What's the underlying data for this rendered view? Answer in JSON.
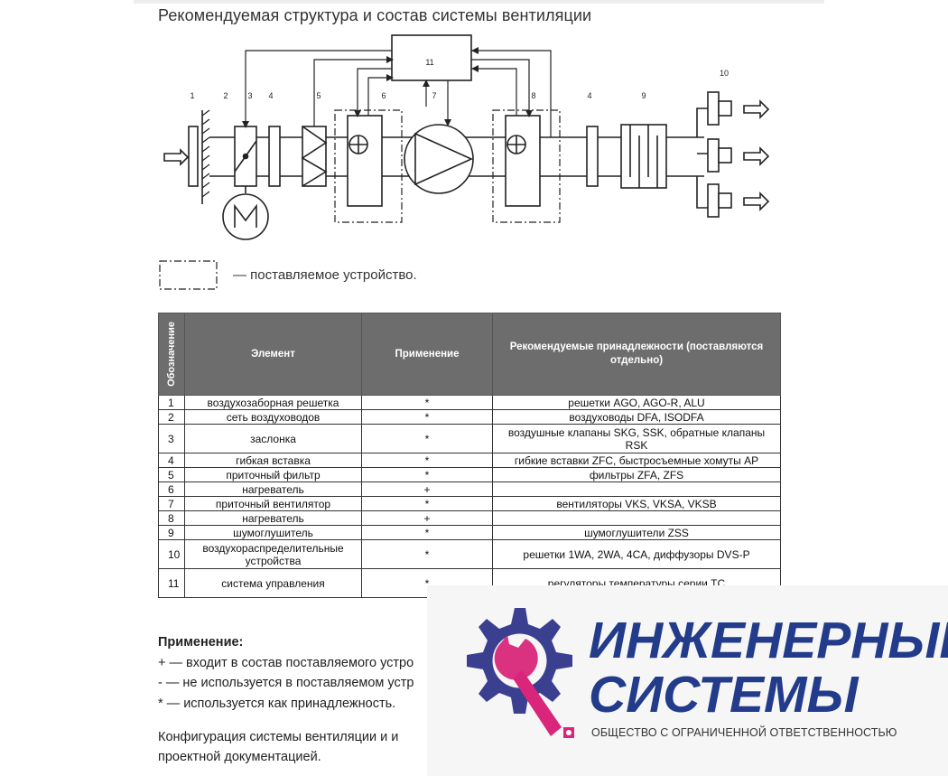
{
  "title": "Рекомендуемая структура и состав системы вентиляции",
  "diagram": {
    "labels": [
      "1",
      "2",
      "3",
      "4",
      "5",
      "6",
      "7",
      "8",
      "4",
      "9",
      "10",
      "11"
    ]
  },
  "legend_text": "— поставляемое устройство.",
  "table": {
    "headers": {
      "designation": "Обозначение",
      "element": "Элемент",
      "application": "Применение",
      "accessories": "Рекомендуемые принадлежности (поставляются отдельно)"
    },
    "rows": [
      {
        "num": "1",
        "element": "воздухозаборная решетка",
        "app": "*",
        "acc": "решетки AGO, AGO-R, ALU"
      },
      {
        "num": "2",
        "element": "сеть воздуховодов",
        "app": "*",
        "acc": "воздуховоды DFA, ISODFA"
      },
      {
        "num": "3",
        "element": "заслонка",
        "app": "*",
        "acc": "воздушные клапаны SKG, SSK, обратные клапаны RSK"
      },
      {
        "num": "4",
        "element": "гибкая вставка",
        "app": "*",
        "acc": "гибкие вставки ZFC, быстросъемные хомуты AP"
      },
      {
        "num": "5",
        "element": "приточный фильтр",
        "app": "*",
        "acc": "фильтры ZFA, ZFS"
      },
      {
        "num": "6",
        "element": "нагреватель",
        "app": "+",
        "acc": ""
      },
      {
        "num": "7",
        "element": "приточный вентилятор",
        "app": "*",
        "acc": "вентиляторы VKS, VKSA, VKSB"
      },
      {
        "num": "8",
        "element": "нагреватель",
        "app": "+",
        "acc": ""
      },
      {
        "num": "9",
        "element": "шумоглушитель",
        "app": "*",
        "acc": "шумоглушители ZSS"
      },
      {
        "num": "10",
        "element": "воздухораспределительные устройства",
        "app": "*",
        "acc": "решетки 1WA, 2WA, 4CA, диффузоры DVS-P"
      },
      {
        "num": "11",
        "element": "система управления",
        "app": "*",
        "acc": "регуляторы температуры серии TC"
      }
    ]
  },
  "notes": {
    "heading": "Применение:",
    "plus": "+ — входит в состав поставляемого устро",
    "minus": "- — не используется в поставляемом устр",
    "star": "* — используется как принадлежность."
  },
  "footer": {
    "line1": "Конфигурация системы вентиляции и и",
    "line2": "проектной документацией."
  },
  "logo": {
    "name_line1": "ИНЖЕНЕРНЫЕ",
    "name_line2": "СИСТЕМЫ",
    "subtitle": "ОБЩЕСТВО С ОГРАНИЧЕННОЙ ОТВЕТСТВЕННОСТЬЮ",
    "colors": {
      "gear": "#3b3f8f",
      "wrench": "#d9267a",
      "text": "#223b8a"
    }
  }
}
